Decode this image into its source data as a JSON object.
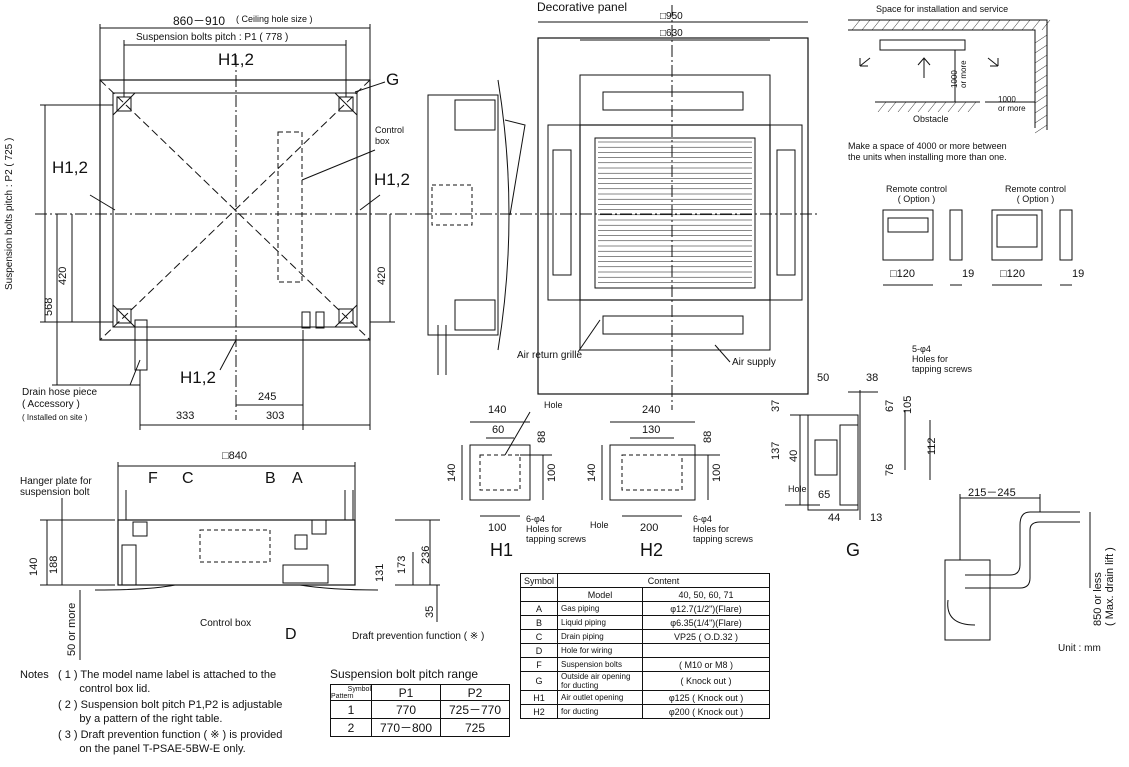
{
  "top_view": {
    "ceiling_dim": "860－910",
    "ceiling_note": "( Ceiling hole size )",
    "p1_label": "Suspension bolts pitch : P1 ( 778 )",
    "p2_label": "Suspension bolts pitch : P2 ( 725 )",
    "h12_top": "H1,2",
    "h12_left": "H1,2",
    "h12_right": "H1,2",
    "h12_bottom": "H1,2",
    "g_label": "G",
    "control_box": "Control\nbox",
    "dim_420_left": "420",
    "dim_420_right": "420",
    "dim_568": "568",
    "dim_245": "245",
    "dim_333": "333",
    "dim_303": "303",
    "drain_hose": "Drain hose piece",
    "accessory": "( Accessory )",
    "installed": "( Installed on site )"
  },
  "panel_view": {
    "title": "Decorative panel",
    "dim_950": "□950",
    "dim_630": "□630",
    "air_return": "Air return grille",
    "air_supply": "Air supply"
  },
  "service_space": {
    "title": "Space for installation and service",
    "dim_1000_v": "1000\nor more",
    "dim_1000_h": "1000\nor more",
    "obstacle": "Obstacle",
    "note": "Make a space of 4000 or more between\nthe units when installing more than one."
  },
  "remote": {
    "label1": "Remote control\n( Option )",
    "label2": "Remote control\n( Option )",
    "dim_120a": "□120",
    "dim_19a": "19",
    "dim_120b": "□120",
    "dim_19b": "19"
  },
  "side_view": {
    "dim_840": "□840",
    "hanger": "Hanger plate for\nsuspension bolt",
    "f": "F",
    "c": "C",
    "b": "B",
    "a": "A",
    "d": "D",
    "dim_140": "140",
    "dim_188": "188",
    "dim_131": "131",
    "dim_173": "173",
    "dim_236": "236",
    "dim_35": "35",
    "dim_50": "50 or more",
    "control_box": "Control box",
    "draft": "Draft prevention function ( ※ )"
  },
  "h1": {
    "label": "H1",
    "d140": "140",
    "d60": "60",
    "d88": "88",
    "d140v": "140",
    "d100v": "100",
    "d100": "100",
    "hole": "Hole",
    "holes": "6-φ4\nHoles for\ntapping screws"
  },
  "h2": {
    "label": "H2",
    "d240": "240",
    "d130": "130",
    "d88": "88",
    "d140v": "140",
    "d100v": "100",
    "d200": "200",
    "hole": "Hole",
    "holes": "6-φ4\nHoles for\ntapping screws"
  },
  "g_detail": {
    "label": "G",
    "holes": "5-φ4\nHoles for\ntapping screws",
    "d50": "50",
    "d38": "38",
    "d37": "37",
    "d67": "67",
    "d105": "105",
    "d137": "137",
    "d40": "40",
    "d112": "112",
    "d76": "76",
    "d65": "65",
    "d44": "44",
    "d13": "13",
    "hole": "Hole"
  },
  "drain_lift": {
    "dim": "215－245",
    "lift": "850 or less\n( Max. drain lift )",
    "unit": "Unit : mm"
  },
  "notes": {
    "title": "Notes",
    "n1": "( 1 ) The model name label is attached to the\n       control box lid.",
    "n2": "( 2 ) Suspension bolt pitch P1,P2 is adjustable\n       by a pattern of the right table.",
    "n3": "( 3 ) Draft prevention function ( ※ ) is provided\n       on the panel T-PSAE-5BW-E only."
  },
  "pitch_table": {
    "title": "Suspension bolt pitch range",
    "corner_top": "Symbol",
    "corner_bottom": "Pattern",
    "headers": [
      "P1",
      "P2"
    ],
    "rows": [
      [
        "1",
        "770",
        "725－770"
      ],
      [
        "2",
        "770－800",
        "725"
      ]
    ]
  },
  "symbol_table": {
    "h_symbol": "Symbol",
    "h_content": "Content",
    "h_model": "Model",
    "h_models": "40, 50, 60, 71",
    "rows": [
      [
        "A",
        "Gas piping",
        "φ12.7(1/2\")(Flare)"
      ],
      [
        "B",
        "Liquid piping",
        "φ6.35(1/4\")(Flare)"
      ],
      [
        "C",
        "Drain piping",
        "VP25 ( O.D.32 )"
      ],
      [
        "D",
        "Hole for wiring",
        ""
      ],
      [
        "F",
        "Suspension bolts",
        "( M10 or M8 )"
      ],
      [
        "G",
        "Outside air opening\nfor ducting",
        "( Knock out )"
      ],
      [
        "H1",
        "Air outlet opening",
        "φ125 ( Knock out )"
      ],
      [
        "H2",
        "for ducting",
        "φ200 ( Knock out )"
      ]
    ]
  }
}
